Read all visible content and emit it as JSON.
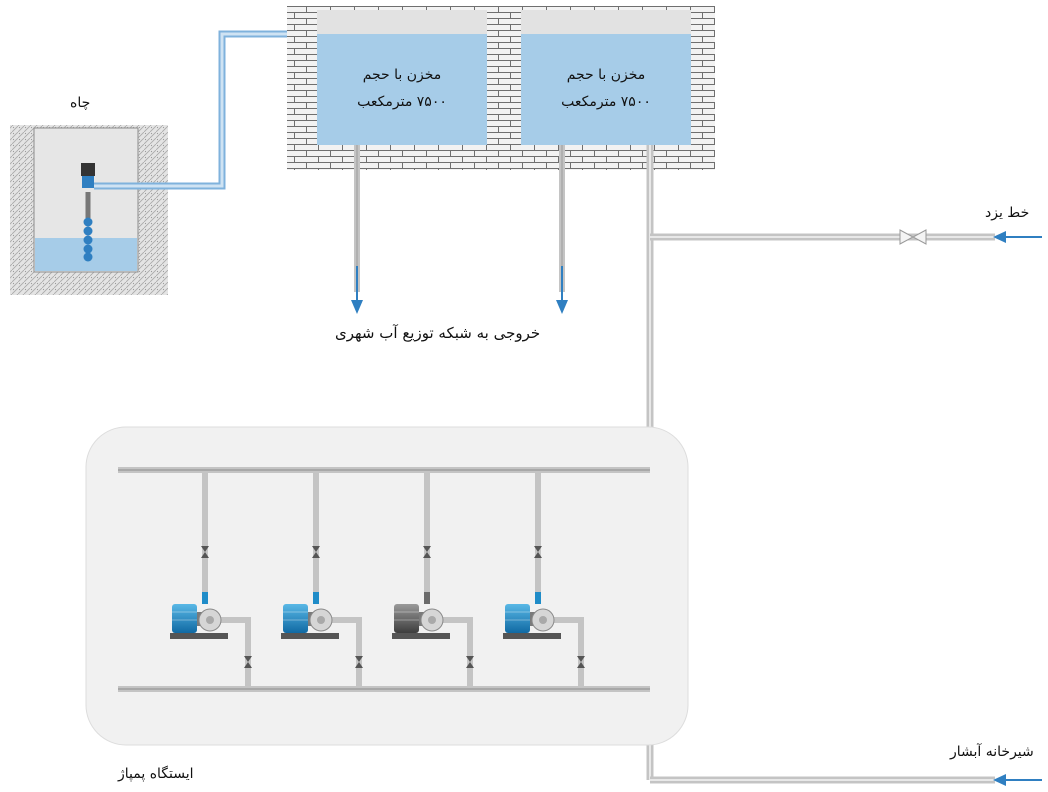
{
  "well": {
    "label": "چاه"
  },
  "tanks": [
    {
      "line1": "مخزن با حجم",
      "line2": "۷۵۰۰ مترمکعب"
    },
    {
      "line1": "مخزن با حجم",
      "line2": "۷۵۰۰ مترمکعب"
    }
  ],
  "outputs": {
    "label": "خروجی به شبکه توزیع آب شهری"
  },
  "inlets": {
    "yazd_line": "خط یزد",
    "abshar_line": "شیرخانه آبشار"
  },
  "pump_station": {
    "label": "ایستگاه پمپاژ",
    "pumps": [
      {
        "state": "active"
      },
      {
        "state": "active"
      },
      {
        "state": "inactive"
      },
      {
        "state": "active"
      }
    ]
  },
  "colors": {
    "water": "#a6cce8",
    "pipe": "#c4c4c4",
    "pipe_water": "#9ec6e6",
    "arrow": "#2f7fc1",
    "pump_active": "#1f8cc8",
    "pump_inactive": "#6b6b6b",
    "brick": "#f2f2f2",
    "station_bg": "#f1f1f1"
  }
}
